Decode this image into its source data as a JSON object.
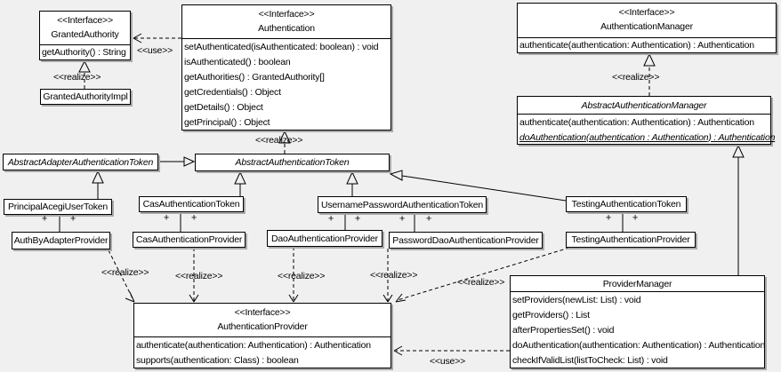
{
  "colors": {
    "background": "#f0f0f0",
    "box_fill": "#ffffff",
    "line": "#000000",
    "shadow": "#a9a9a9"
  },
  "labels": {
    "use": "<<use>>",
    "realize": "<<realize>>",
    "plus": "+",
    "interface_stereotype": "<<Interface>>"
  },
  "classes": {
    "granted_authority": {
      "stereotype": "<<Interface>>",
      "name": "GrantedAuthority",
      "methods": [
        "getAuthority() : String"
      ]
    },
    "granted_authority_impl": {
      "name": "GrantedAuthorityImpl"
    },
    "authentication": {
      "stereotype": "<<Interface>>",
      "name": "Authentication",
      "methods": [
        "setAuthenticated(isAuthenticated: boolean) : void",
        "isAuthenticated() : boolean",
        "getAuthorities() : GrantedAuthority[]",
        "getCredentials() : Object",
        "getDetails() : Object",
        "getPrincipal() : Object"
      ]
    },
    "authentication_manager": {
      "stereotype": "<<Interface>>",
      "name": "AuthenticationManager",
      "methods": [
        "authenticate(authentication: Authentication) : Authentication"
      ]
    },
    "abstract_authentication_manager": {
      "name": "AbstractAuthenticationManager",
      "methods": [
        "authenticate(authentication: Authentication) : Authentication",
        "doAuthentication(authentication : Authentication) : Authentication"
      ]
    },
    "abstract_adapter_authentication_token": {
      "name": "AbstractAdapterAuthenticationToken"
    },
    "abstract_authentication_token": {
      "name": "AbstractAuthenticationToken"
    },
    "principal_acegi_user_token": {
      "name": "PrincipalAcegiUserToken"
    },
    "cas_authentication_token": {
      "name": "CasAuthenticationToken"
    },
    "username_password_authentication_token": {
      "name": "UsernamePasswordAuthenticationToken"
    },
    "testing_authentication_token": {
      "name": "TestingAuthenticationToken"
    },
    "auth_by_adapter_provider": {
      "name": "AuthByAdapterProvider"
    },
    "cas_authentication_provider": {
      "name": "CasAuthenticationProvider"
    },
    "dao_authentication_provider": {
      "name": "DaoAuthenticationProvider"
    },
    "password_dao_authentication_provider": {
      "name": "PasswordDaoAuthenticationProvider"
    },
    "testing_authentication_provider": {
      "name": "TestingAuthenticationProvider"
    },
    "authentication_provider": {
      "stereotype": "<<Interface>>",
      "name": "AuthenticationProvider",
      "methods": [
        "authenticate(authentication: Authentication) : Authentication",
        "supports(authentication: Class) : boolean"
      ]
    },
    "provider_manager": {
      "name": "ProviderManager",
      "methods": [
        "setProviders(newList: List) : void",
        "getProviders() : List",
        "afterPropertiesSet() : void",
        "doAuthentication(authentication: Authentication) : Authentication",
        "checkIfValidList(listToCheck: List) : void"
      ]
    }
  }
}
